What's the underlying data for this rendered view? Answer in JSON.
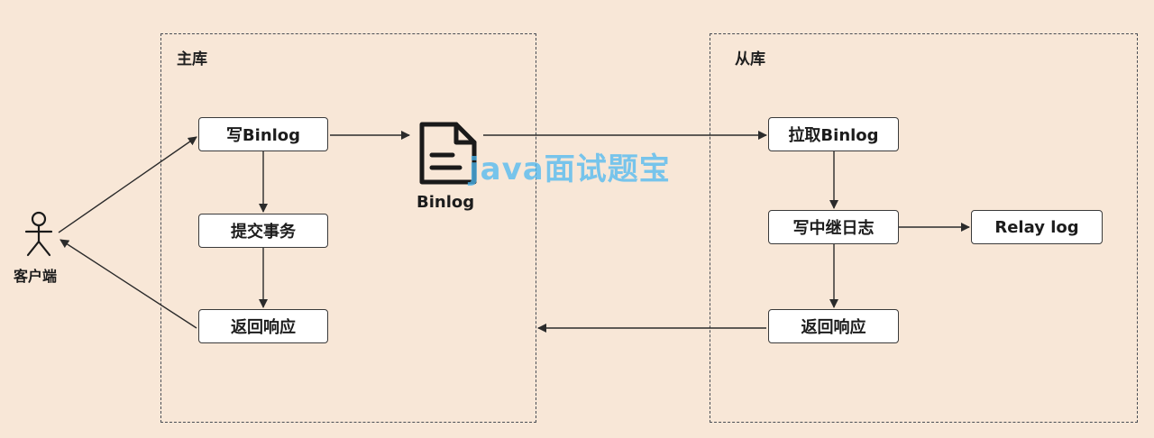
{
  "master": {
    "title": "主库",
    "write_binlog": "写Binlog",
    "commit_tx": "提交事务",
    "return_response": "返回响应"
  },
  "slave": {
    "title": "从库",
    "pull_binlog": "拉取Binlog",
    "write_relay": "写中继日志",
    "relay_log": "Relay log",
    "return_response": "返回响应"
  },
  "binlog_file": {
    "label": "Binlog",
    "icon": "document-icon"
  },
  "client": {
    "label": "客户端",
    "icon": "stick-figure-icon"
  },
  "watermark": "java面试题宝",
  "colors": {
    "background": "#f8e7d7",
    "box_fill": "#ffffff",
    "stroke": "#3a3a3a",
    "watermark": "#4db9f2"
  }
}
